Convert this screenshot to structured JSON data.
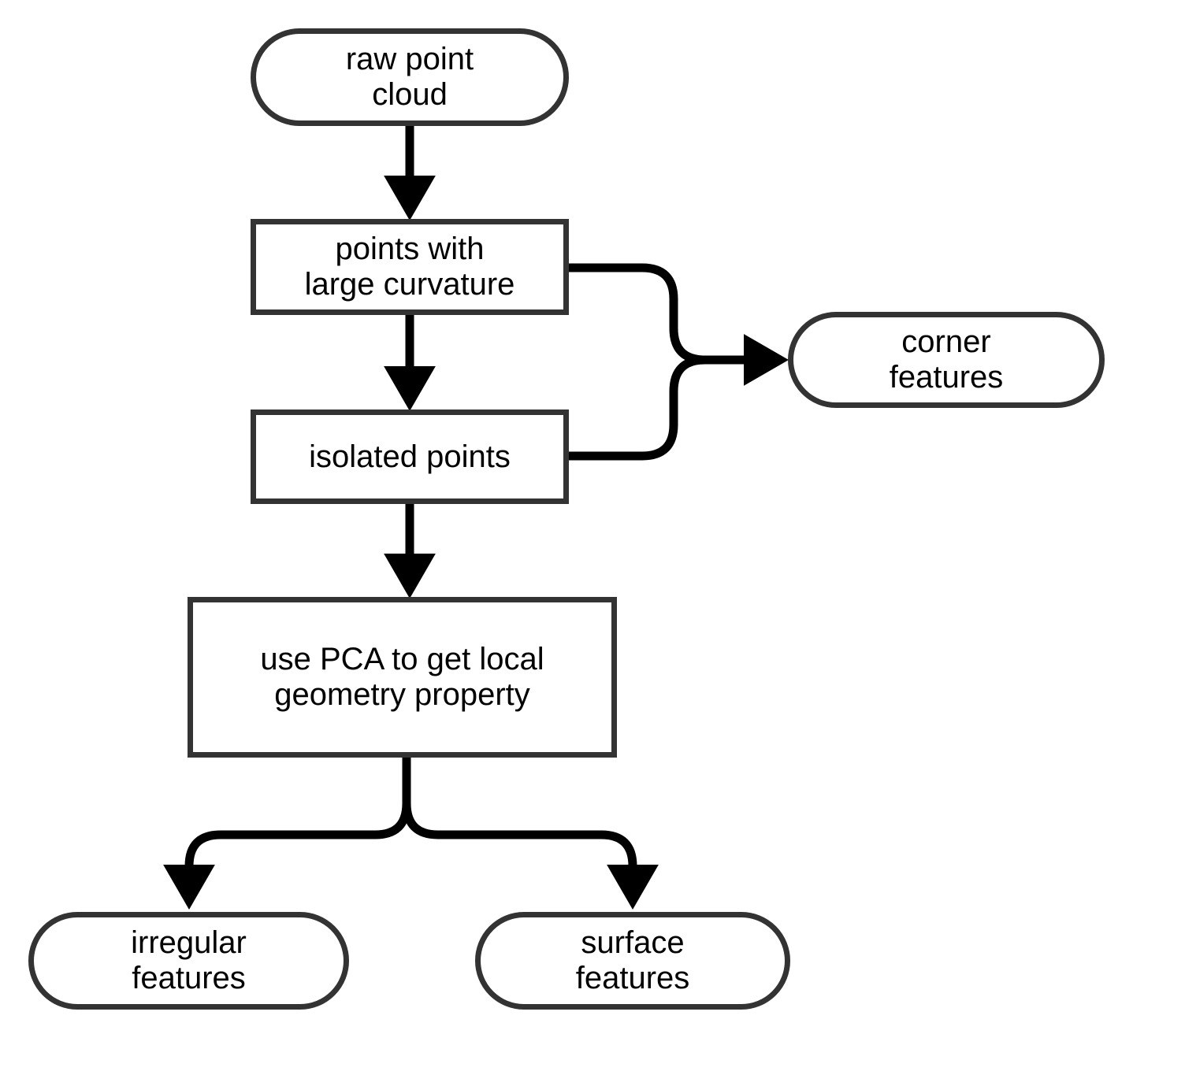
{
  "diagram": {
    "title": "point cloud feature extraction flowchart",
    "background_color": "#ffffff",
    "node_border_color": "#333333",
    "edge_color": "#000000",
    "text_color": "#000000",
    "nodes": [
      {
        "id": "raw_point_cloud",
        "shape": "stadium",
        "label": "raw  point\ncloud"
      },
      {
        "id": "large_curvature",
        "shape": "rectangle",
        "label": "points with\nlarge curvature"
      },
      {
        "id": "isolated_points",
        "shape": "rectangle",
        "label": "isolated points"
      },
      {
        "id": "corner_features",
        "shape": "stadium",
        "label": "corner\nfeatures"
      },
      {
        "id": "use_pca",
        "shape": "rectangle",
        "label": "use PCA to get local\ngeometry property"
      },
      {
        "id": "irregular_features",
        "shape": "stadium",
        "label": "irregular\nfeatures"
      },
      {
        "id": "surface_features",
        "shape": "stadium",
        "label": "surface\nfeatures"
      }
    ],
    "edges": [
      {
        "id": "e1",
        "from": "raw_point_cloud",
        "to": "large_curvature",
        "arrow": true
      },
      {
        "id": "e2",
        "from": "large_curvature",
        "to": "isolated_points",
        "arrow": true
      },
      {
        "id": "e3",
        "from": "large_curvature",
        "to": "corner_features",
        "arrow": true
      },
      {
        "id": "e4",
        "from": "isolated_points",
        "to": "corner_features",
        "arrow": true
      },
      {
        "id": "e5",
        "from": "isolated_points",
        "to": "use_pca",
        "arrow": true
      },
      {
        "id": "e6",
        "from": "use_pca",
        "to": "irregular_features",
        "arrow": true
      },
      {
        "id": "e7",
        "from": "use_pca",
        "to": "surface_features",
        "arrow": true
      }
    ]
  }
}
